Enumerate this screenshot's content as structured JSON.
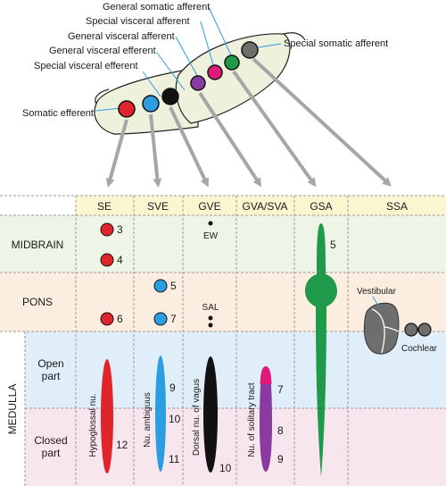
{
  "top_labels": {
    "somatic_efferent": "Somatic efferent",
    "special_visceral_efferent": "Special visceral efferent",
    "general_visceral_efferent": "General visceral efferent",
    "general_visceral_afferent": "General visceral afferent",
    "special_visceral_afferent": "Special visceral afferent",
    "general_somatic_afferent": "General somatic afferent",
    "special_somatic_afferent": "Special somatic afferent"
  },
  "columns": [
    "SE",
    "SVE",
    "GVE",
    "GVA/SVA",
    "GSA",
    "SSA"
  ],
  "rows": {
    "midbrain": "MIDBRAIN",
    "pons": "PONS",
    "medulla": "MEDULLA",
    "open_part_1": "Open",
    "open_part_2": "part",
    "closed_part_1": "Closed",
    "closed_part_2": "part"
  },
  "nuclei": {
    "hypoglossal": "Hypoglossal nu.",
    "ambiguus": "Nu. ambiguus",
    "dorsal_vagus": "Dorsal nu. of vagus",
    "solitary": "Nu. of solitary tract"
  },
  "markers": {
    "ew": "EW",
    "sal": "SAL",
    "vestibular": "Vestibular",
    "cochlear": "Cochlear"
  },
  "numbers": {
    "n3": "3",
    "n4": "4",
    "n5_pons": "5",
    "n6": "6",
    "n7_pons": "7",
    "n9": "9",
    "n10_sve": "10",
    "n11": "11",
    "n12": "12",
    "n10_gve": "10",
    "n7_sol": "7",
    "n8": "8",
    "n9_sol": "9",
    "n5_gsa": "5"
  },
  "colors": {
    "se": "#e0242b",
    "sve": "#2a9ee0",
    "gve": "#111111",
    "gva": "#8a3aa0",
    "sva": "#e0197a",
    "gsa": "#1f9a4a",
    "ssa": "#6e6e6e",
    "header_bg": "#fbf6cf",
    "midbrain_bg": "#eef4e6",
    "pons_bg": "#fbeee0",
    "open_bg": "#dfeef8",
    "closed_bg": "#f8e6ef",
    "tube_fill": "#eef2dc"
  }
}
